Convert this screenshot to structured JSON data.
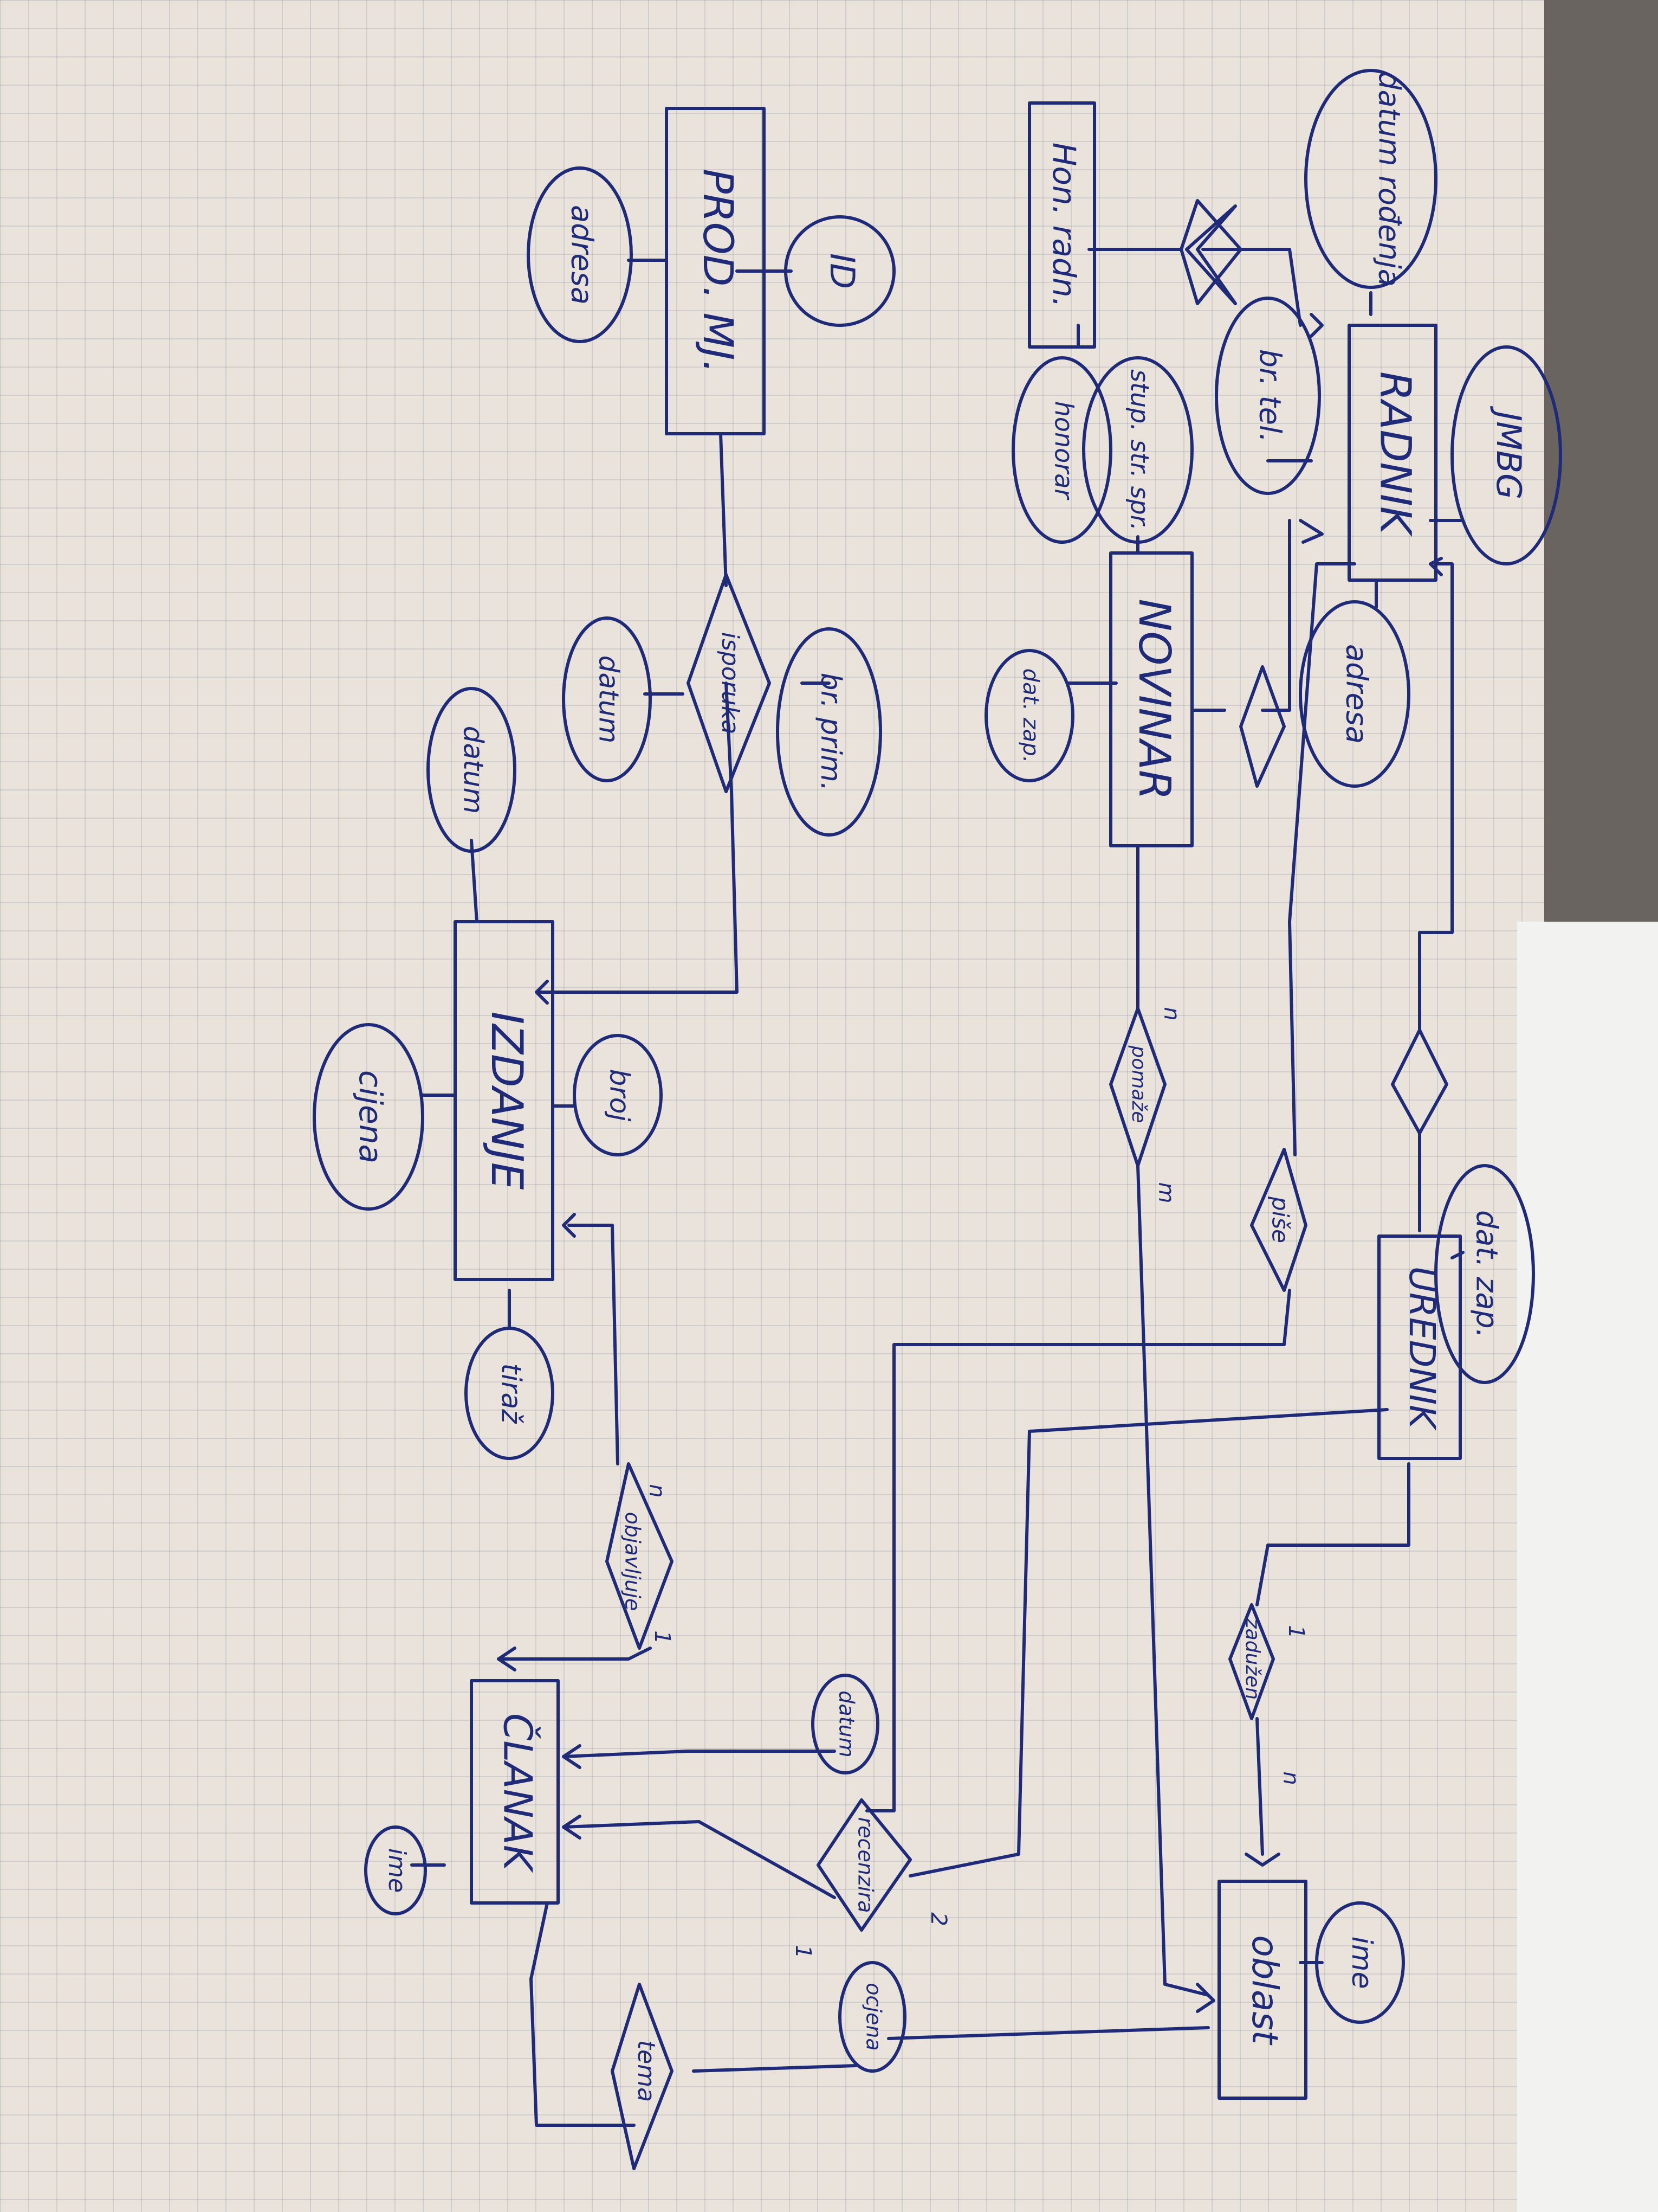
{
  "entities": {
    "radnik": "RADNIK",
    "novinar": "NOVINAR",
    "urednik": "UREDNIK",
    "prod_mj": "PROD. MJ.",
    "izdanje": "IZDANJE",
    "clanak": "ČLANAK",
    "oblast": "oblast",
    "hon_radn": "Hon. radn."
  },
  "attributes": {
    "datum_rodjenja": "datum rođenja",
    "jmbg": "JMBG",
    "br_tel": "br. tel.",
    "adresa_radnik": "adresa",
    "stup_str_spr": "stup. str. spr.",
    "dat_zap_novinar": "dat. zap.",
    "honorar": "honorar",
    "dat_zap_urednik": "dat. zap.",
    "id": "ID",
    "adresa_prod": "adresa",
    "br_prim": "br. prim.",
    "datum_isporuka": "datum",
    "datum_izdanje": "datum",
    "broj": "broj",
    "cijena": "cijena",
    "tiraz": "tiraž",
    "datum_clanak": "datum",
    "ime_clanak": "ime",
    "ime_oblast": "ime",
    "ocjena": "ocjena"
  },
  "relationships": {
    "isporuka": "isporuka",
    "pomaze": "pomaže",
    "pise": "piše",
    "zaduzen": "zadužen",
    "recenzira": "recenzira",
    "objavljuje": "objavljuje",
    "tema": "tema"
  },
  "cardinalities": {
    "pomaze_n": "n",
    "pomaze_m": "m",
    "zaduzen_1": "1",
    "zaduzen_n": "n",
    "objavljuje_n": "n",
    "objavljuje_1": "1",
    "recenzira_1": "1",
    "recenzira_2": "2"
  },
  "colors": {
    "ink": "#1f2a78",
    "paper": "#e9e3dc",
    "background": "#6a6460"
  }
}
